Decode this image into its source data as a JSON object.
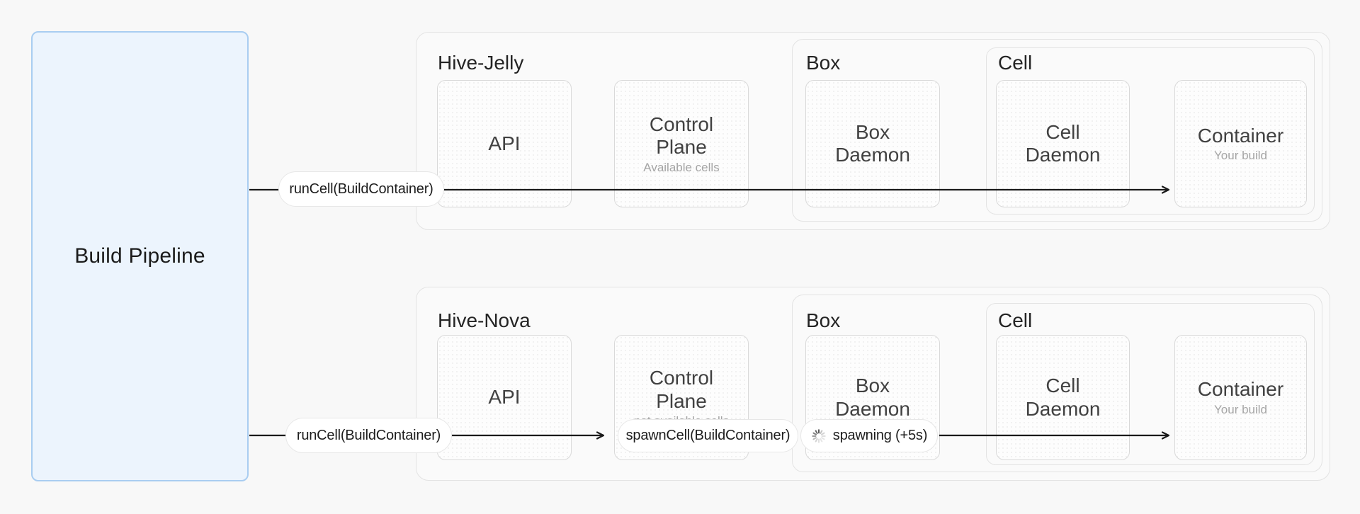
{
  "pipeline": {
    "label": "Build Pipeline"
  },
  "edges": {
    "run_cell_top": "runCell(BuildContainer)",
    "run_cell_bottom": "runCell(BuildContainer)",
    "spawn_cell": "spawnCell(BuildContainer)",
    "spawning_status": "spawning (+5s)"
  },
  "icons": {
    "spawning_spinner": "spinner-icon"
  },
  "hives": [
    {
      "title": "Hive-Jelly",
      "api": {
        "label": "API"
      },
      "control_plane": {
        "label": "Control Plane",
        "sub": "Available cells"
      },
      "box": {
        "title": "Box",
        "box_daemon": {
          "label": "Box Daemon"
        },
        "cell": {
          "title": "Cell",
          "cell_daemon": {
            "label": "Cell Daemon"
          },
          "container": {
            "label": "Container",
            "sub": "Your build"
          }
        }
      }
    },
    {
      "title": "Hive-Nova",
      "api": {
        "label": "API"
      },
      "control_plane": {
        "label": "Control Plane",
        "sub": "not available cells"
      },
      "box": {
        "title": "Box",
        "box_daemon": {
          "label": "Box Daemon"
        },
        "cell": {
          "title": "Cell",
          "cell_daemon": {
            "label": "Cell Daemon"
          },
          "container": {
            "label": "Container",
            "sub": "Your build"
          }
        }
      }
    }
  ],
  "colors": {
    "canvas_bg": "#f8f8f8",
    "pipeline_fill": "#ecf4fd",
    "pipeline_border": "#a9cdf1",
    "group_border": "#e3e3e3",
    "node_border": "#d9d9d9",
    "arrow": "#1a1a1a"
  }
}
